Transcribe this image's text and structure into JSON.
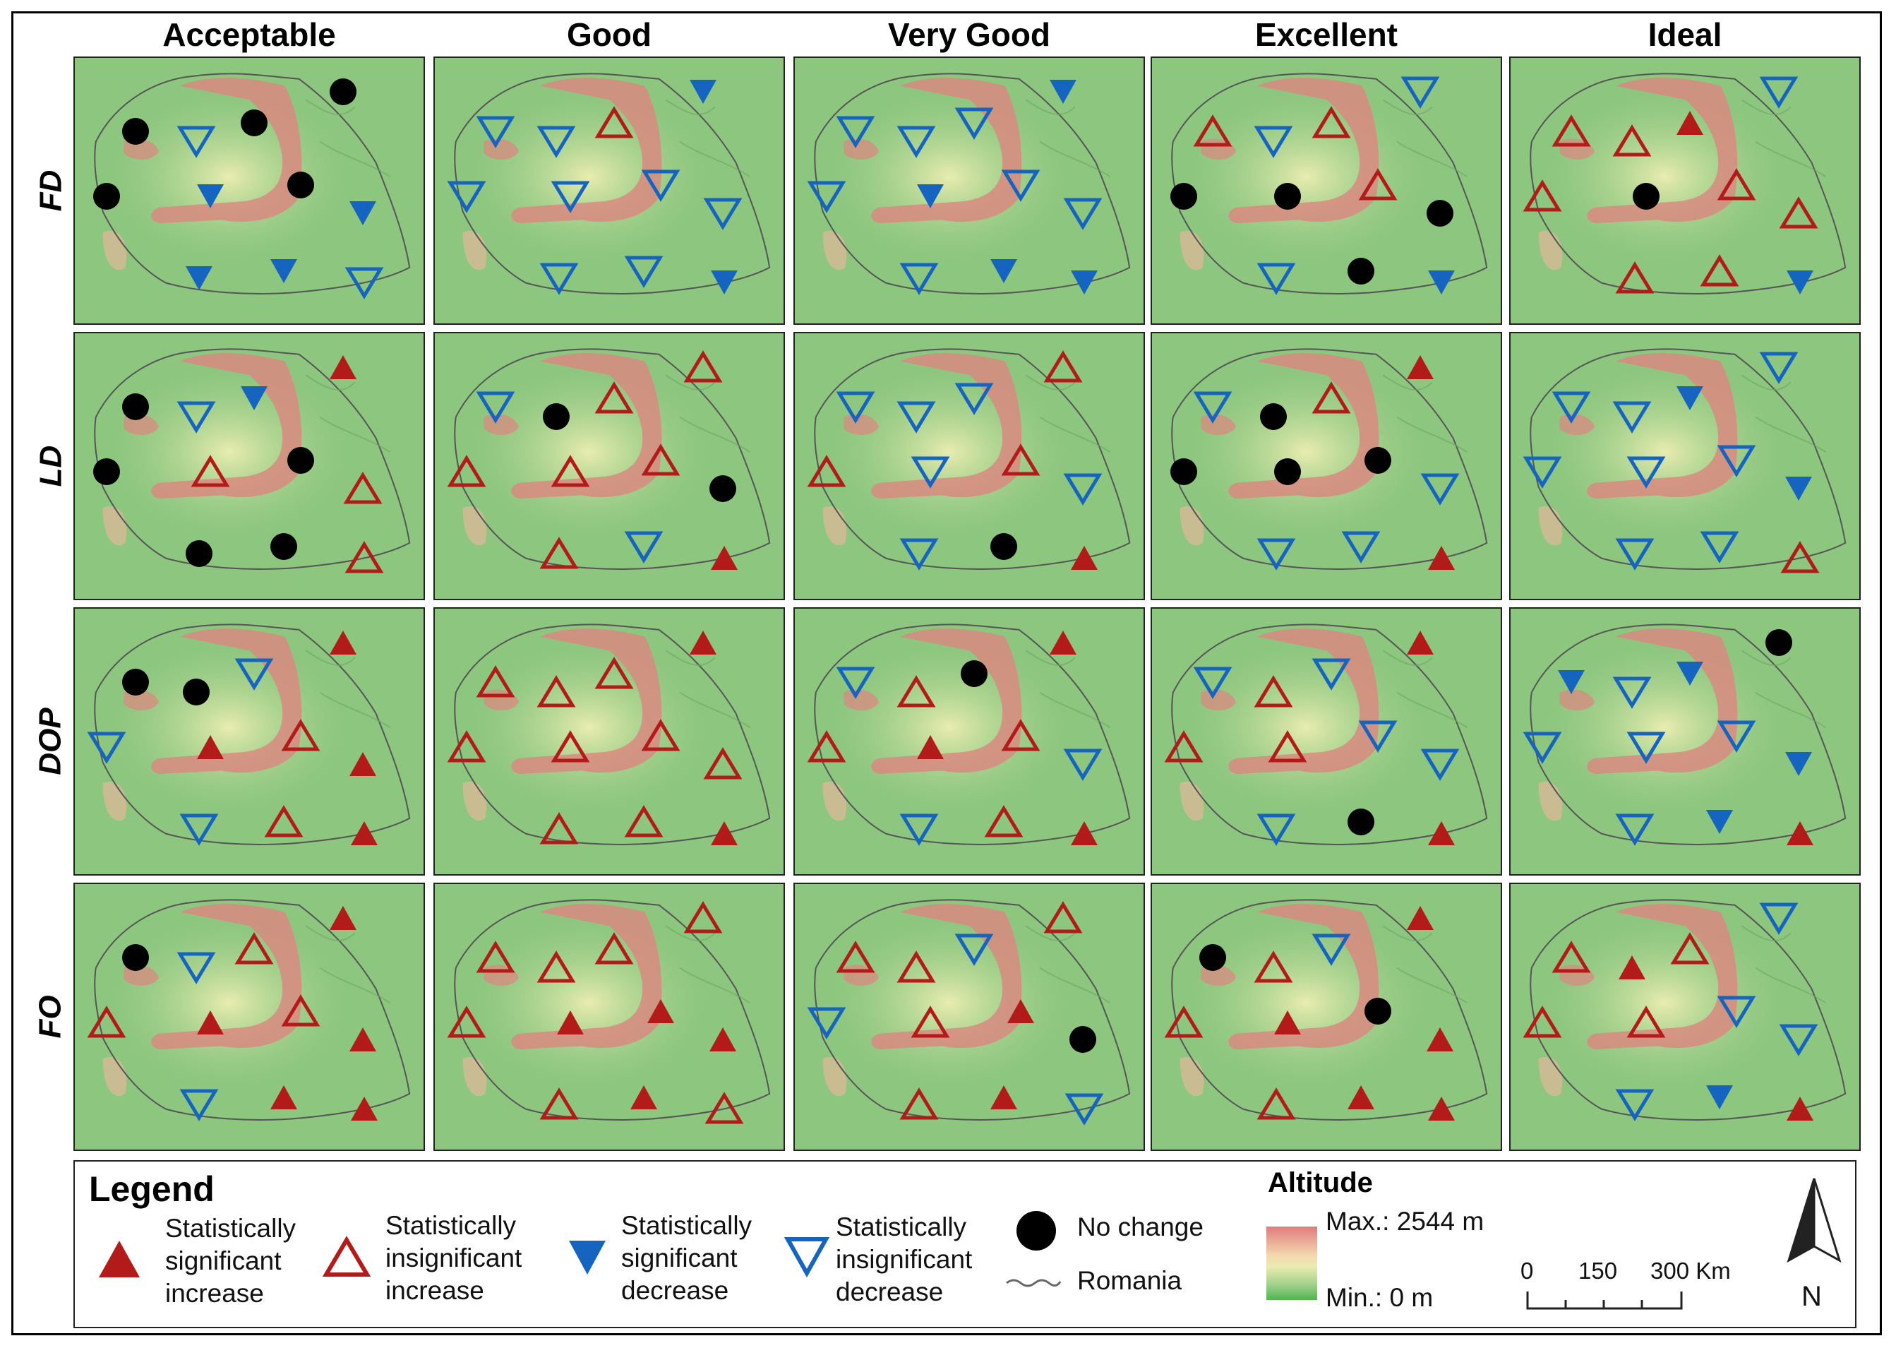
{
  "columns": [
    "Acceptable",
    "Good",
    "Very Good",
    "Excellent",
    "Ideal"
  ],
  "rows": [
    "FD",
    "LD",
    "DOP",
    "FO"
  ],
  "symbol_types": {
    "sig_inc": "Statistically significant increase",
    "insig_inc": "Statistically insignificant increase",
    "sig_dec": "Statistically significant decrease",
    "insig_dec": "Statistically insignificant decrease",
    "none": "No change"
  },
  "colors": {
    "increase": "#b31b1b",
    "decrease": "#1565c0",
    "no_change": "#000000"
  },
  "stations": [
    [
      [
        "none",
        "none",
        "insig_dec",
        "sig_dec",
        "none",
        "none",
        "none",
        "sig_dec",
        "sig_dec",
        "insig_dec",
        "sig_dec"
      ],
      [
        "insig_dec",
        "insig_dec",
        "insig_dec",
        "insig_dec",
        "insig_dec",
        "insig_inc",
        "sig_dec",
        "insig_dec",
        "insig_dec",
        "sig_dec",
        "insig_dec"
      ],
      [
        "insig_dec",
        "insig_dec",
        "insig_dec",
        "sig_dec",
        "insig_dec",
        "insig_dec",
        "sig_dec",
        "insig_dec",
        "sig_dec",
        "sig_dec",
        "insig_dec"
      ],
      [
        "none",
        "insig_inc",
        "insig_dec",
        "none",
        "insig_inc",
        "insig_inc",
        "insig_dec",
        "none",
        "none",
        "sig_dec",
        "insig_dec"
      ],
      [
        "insig_inc",
        "insig_inc",
        "insig_inc",
        "none",
        "insig_inc",
        "sig_inc",
        "insig_dec",
        "insig_inc",
        "insig_inc",
        "sig_dec",
        "insig_inc"
      ]
    ],
    [
      [
        "none",
        "none",
        "insig_dec",
        "insig_inc",
        "none",
        "sig_dec",
        "sig_inc",
        "insig_inc",
        "none",
        "insig_inc",
        "none"
      ],
      [
        "insig_inc",
        "insig_dec",
        "none",
        "insig_inc",
        "insig_inc",
        "insig_inc",
        "insig_inc",
        "none",
        "insig_dec",
        "sig_inc",
        "insig_inc"
      ],
      [
        "insig_inc",
        "insig_dec",
        "insig_dec",
        "insig_dec",
        "insig_inc",
        "insig_dec",
        "insig_inc",
        "insig_dec",
        "none",
        "sig_inc",
        "insig_dec"
      ],
      [
        "none",
        "insig_dec",
        "none",
        "none",
        "none",
        "insig_inc",
        "sig_inc",
        "insig_dec",
        "insig_dec",
        "sig_inc",
        "insig_dec"
      ],
      [
        "insig_dec",
        "insig_dec",
        "insig_dec",
        "insig_dec",
        "insig_dec",
        "sig_dec",
        "insig_dec",
        "sig_dec",
        "insig_dec",
        "insig_inc",
        "insig_dec"
      ]
    ],
    [
      [
        "insig_dec",
        "none",
        "none",
        "sig_inc",
        "insig_inc",
        "insig_dec",
        "sig_inc",
        "sig_inc",
        "insig_inc",
        "sig_inc",
        "insig_dec"
      ],
      [
        "insig_inc",
        "insig_inc",
        "insig_inc",
        "insig_inc",
        "insig_inc",
        "insig_inc",
        "sig_inc",
        "insig_inc",
        "insig_inc",
        "sig_inc",
        "insig_inc"
      ],
      [
        "insig_inc",
        "insig_dec",
        "insig_inc",
        "sig_inc",
        "insig_inc",
        "none",
        "sig_inc",
        "insig_dec",
        "insig_inc",
        "sig_inc",
        "insig_dec"
      ],
      [
        "insig_inc",
        "insig_dec",
        "insig_inc",
        "insig_inc",
        "insig_dec",
        "insig_dec",
        "sig_inc",
        "insig_dec",
        "none",
        "sig_inc",
        "insig_dec"
      ],
      [
        "insig_dec",
        "sig_dec",
        "insig_dec",
        "insig_dec",
        "insig_dec",
        "sig_dec",
        "none",
        "sig_dec",
        "sig_dec",
        "sig_inc",
        "insig_dec"
      ]
    ],
    [
      [
        "insig_inc",
        "none",
        "insig_dec",
        "sig_inc",
        "insig_inc",
        "insig_inc",
        "sig_inc",
        "sig_inc",
        "sig_inc",
        "sig_inc",
        "insig_dec"
      ],
      [
        "insig_inc",
        "insig_inc",
        "insig_inc",
        "sig_inc",
        "sig_inc",
        "insig_inc",
        "insig_inc",
        "sig_inc",
        "sig_inc",
        "insig_inc",
        "insig_inc"
      ],
      [
        "insig_dec",
        "insig_inc",
        "insig_inc",
        "insig_inc",
        "sig_inc",
        "insig_dec",
        "insig_inc",
        "none",
        "sig_inc",
        "insig_dec",
        "insig_inc"
      ],
      [
        "insig_inc",
        "none",
        "insig_inc",
        "sig_inc",
        "none",
        "insig_dec",
        "sig_inc",
        "sig_inc",
        "sig_inc",
        "sig_inc",
        "insig_inc"
      ],
      [
        "insig_inc",
        "insig_inc",
        "sig_inc",
        "insig_inc",
        "insig_dec",
        "insig_inc",
        "insig_dec",
        "insig_dec",
        "sig_dec",
        "sig_inc",
        "insig_dec"
      ]
    ]
  ],
  "legend": {
    "title": "Legend",
    "items": [
      {
        "kind": "sig_inc",
        "lines": [
          "Statistically",
          "significant",
          "increase"
        ]
      },
      {
        "kind": "insig_inc",
        "lines": [
          "Statistically",
          "insignificant",
          "increase"
        ]
      },
      {
        "kind": "sig_dec",
        "lines": [
          "Statistically",
          "significant",
          "decrease"
        ]
      },
      {
        "kind": "insig_dec",
        "lines": [
          "Statistically",
          "insignificant",
          "decrease"
        ]
      }
    ],
    "no_change": "No change",
    "boundary": "Romania"
  },
  "altitude": {
    "title": "Altitude",
    "max_label": "Max.: 2544 m",
    "min_label": "Min.: 0 m"
  },
  "scale_bar": {
    "ticks": [
      "0",
      "150",
      "300 Km"
    ]
  },
  "north_label": "N"
}
